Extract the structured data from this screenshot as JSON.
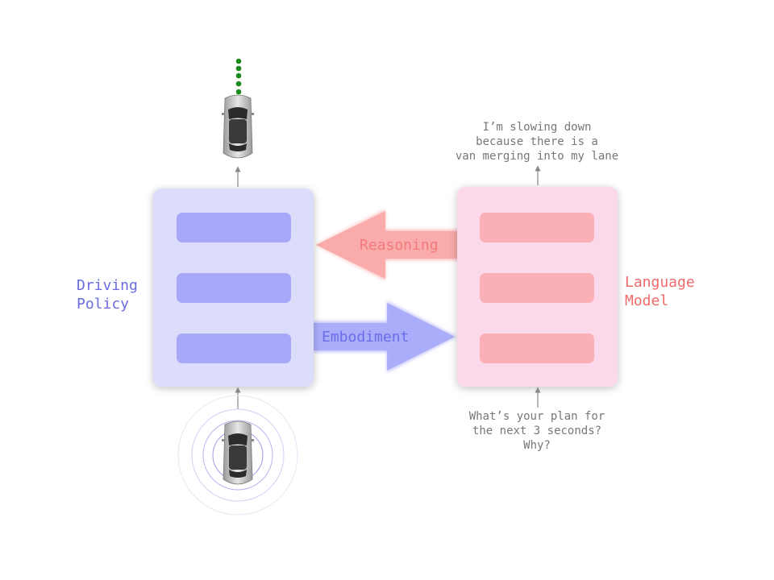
{
  "driving_policy": {
    "label": "Driving\nPolicy",
    "color": "#6a6ce0",
    "box_fill": "#dcdcfb",
    "bar_fill": "#a8a8f8"
  },
  "language_model": {
    "label": "Language\nModel",
    "color": "#f06a6a",
    "box_fill": "#fcd9ea",
    "bar_fill": "#fbb0b6"
  },
  "reasoning_arrow": {
    "label": "Reasoning",
    "color": "#f9a8a8"
  },
  "embodiment_arrow": {
    "label": "Embodiment",
    "color": "#a9abf9"
  },
  "output_caption": "I’m slowing down\nbecause there is a\nvan merging into my lane",
  "input_caption": "What’s your plan for\nthe next 3 seconds?\nWhy?",
  "trajectory_color": "#1e8a1e",
  "icons": [
    "car-top-icon",
    "sensor-rings-icon",
    "trajectory-dots-icon"
  ]
}
